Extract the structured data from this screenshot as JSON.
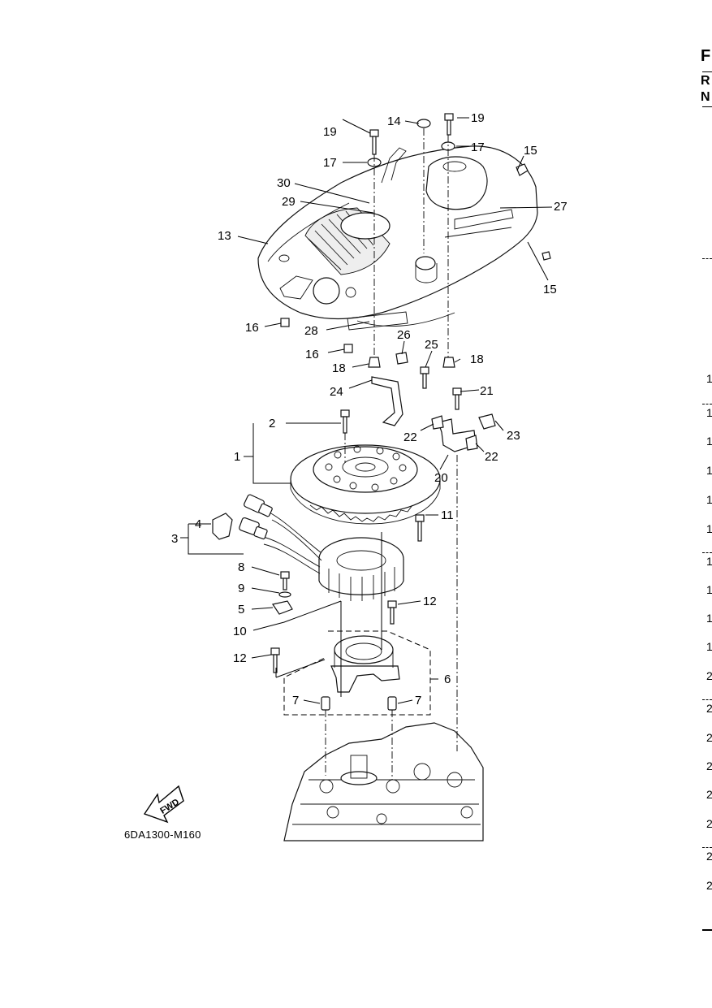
{
  "diagram": {
    "drawing_code": "6DA1300-M160",
    "direction_label": "FWD",
    "callouts": [
      "1",
      "2",
      "3",
      "4",
      "5",
      "6",
      "7",
      "7",
      "8",
      "9",
      "10",
      "11",
      "12",
      "12",
      "13",
      "14",
      "15",
      "15",
      "16",
      "16",
      "17",
      "17",
      "18",
      "18",
      "19",
      "19",
      "20",
      "21",
      "22",
      "22",
      "23",
      "24",
      "25",
      "26",
      "27",
      "28",
      "29",
      "30"
    ]
  },
  "right_edge": {
    "heading_letters": [
      "F",
      "R",
      "N"
    ],
    "row_digits": [
      "1",
      "1",
      "1",
      "1",
      "1",
      "1",
      "1",
      "1",
      "1",
      "1",
      "2",
      "2",
      "2",
      "2",
      "2",
      "2",
      "2",
      "2"
    ]
  }
}
